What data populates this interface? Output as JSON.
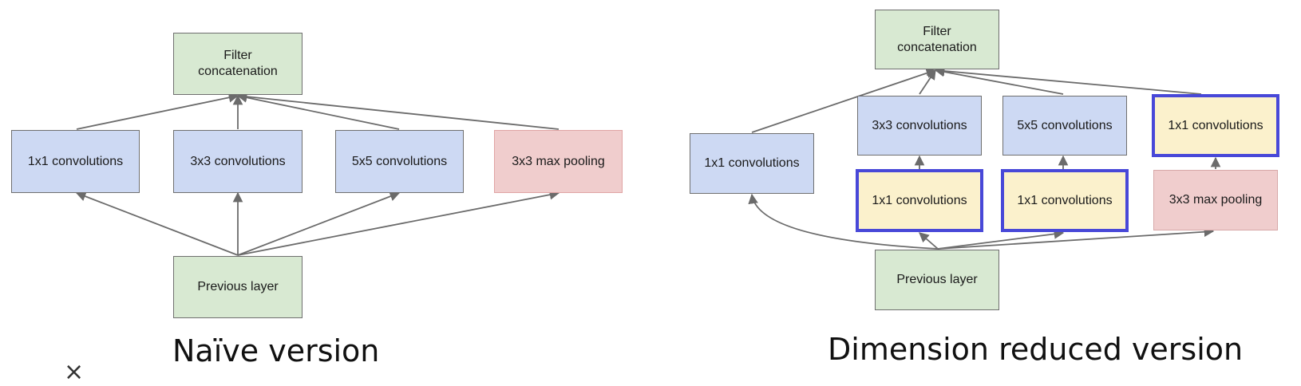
{
  "naive": {
    "caption": "Naïve version",
    "filter_concat": "Filter\nconcatenation",
    "conv1x1": "1x1 convolutions",
    "conv3x3": "3x3 convolutions",
    "conv5x5": "5x5 convolutions",
    "maxpool": "3x3 max pooling",
    "previous": "Previous layer"
  },
  "reduced": {
    "caption": "Dimension reduced version",
    "filter_concat": "Filter\nconcatenation",
    "conv1x1_left": "1x1 convolutions",
    "conv3x3": "3x3 convolutions",
    "conv5x5": "5x5 convolutions",
    "conv1x1_top_right": "1x1 convolutions",
    "reduce_3x3": "1x1 convolutions",
    "reduce_5x5": "1x1 convolutions",
    "maxpool": "3x3 max pooling",
    "previous": "Previous layer"
  },
  "colors": {
    "conv_fill": "#cdd9f3",
    "layer_fill": "#d8e9d2",
    "pool_fill": "#f0cdcd",
    "reduce_fill": "#fbf1cc",
    "highlight_border": "#4848d8",
    "edge": "#6b6b6b"
  },
  "close_glyph": "×"
}
